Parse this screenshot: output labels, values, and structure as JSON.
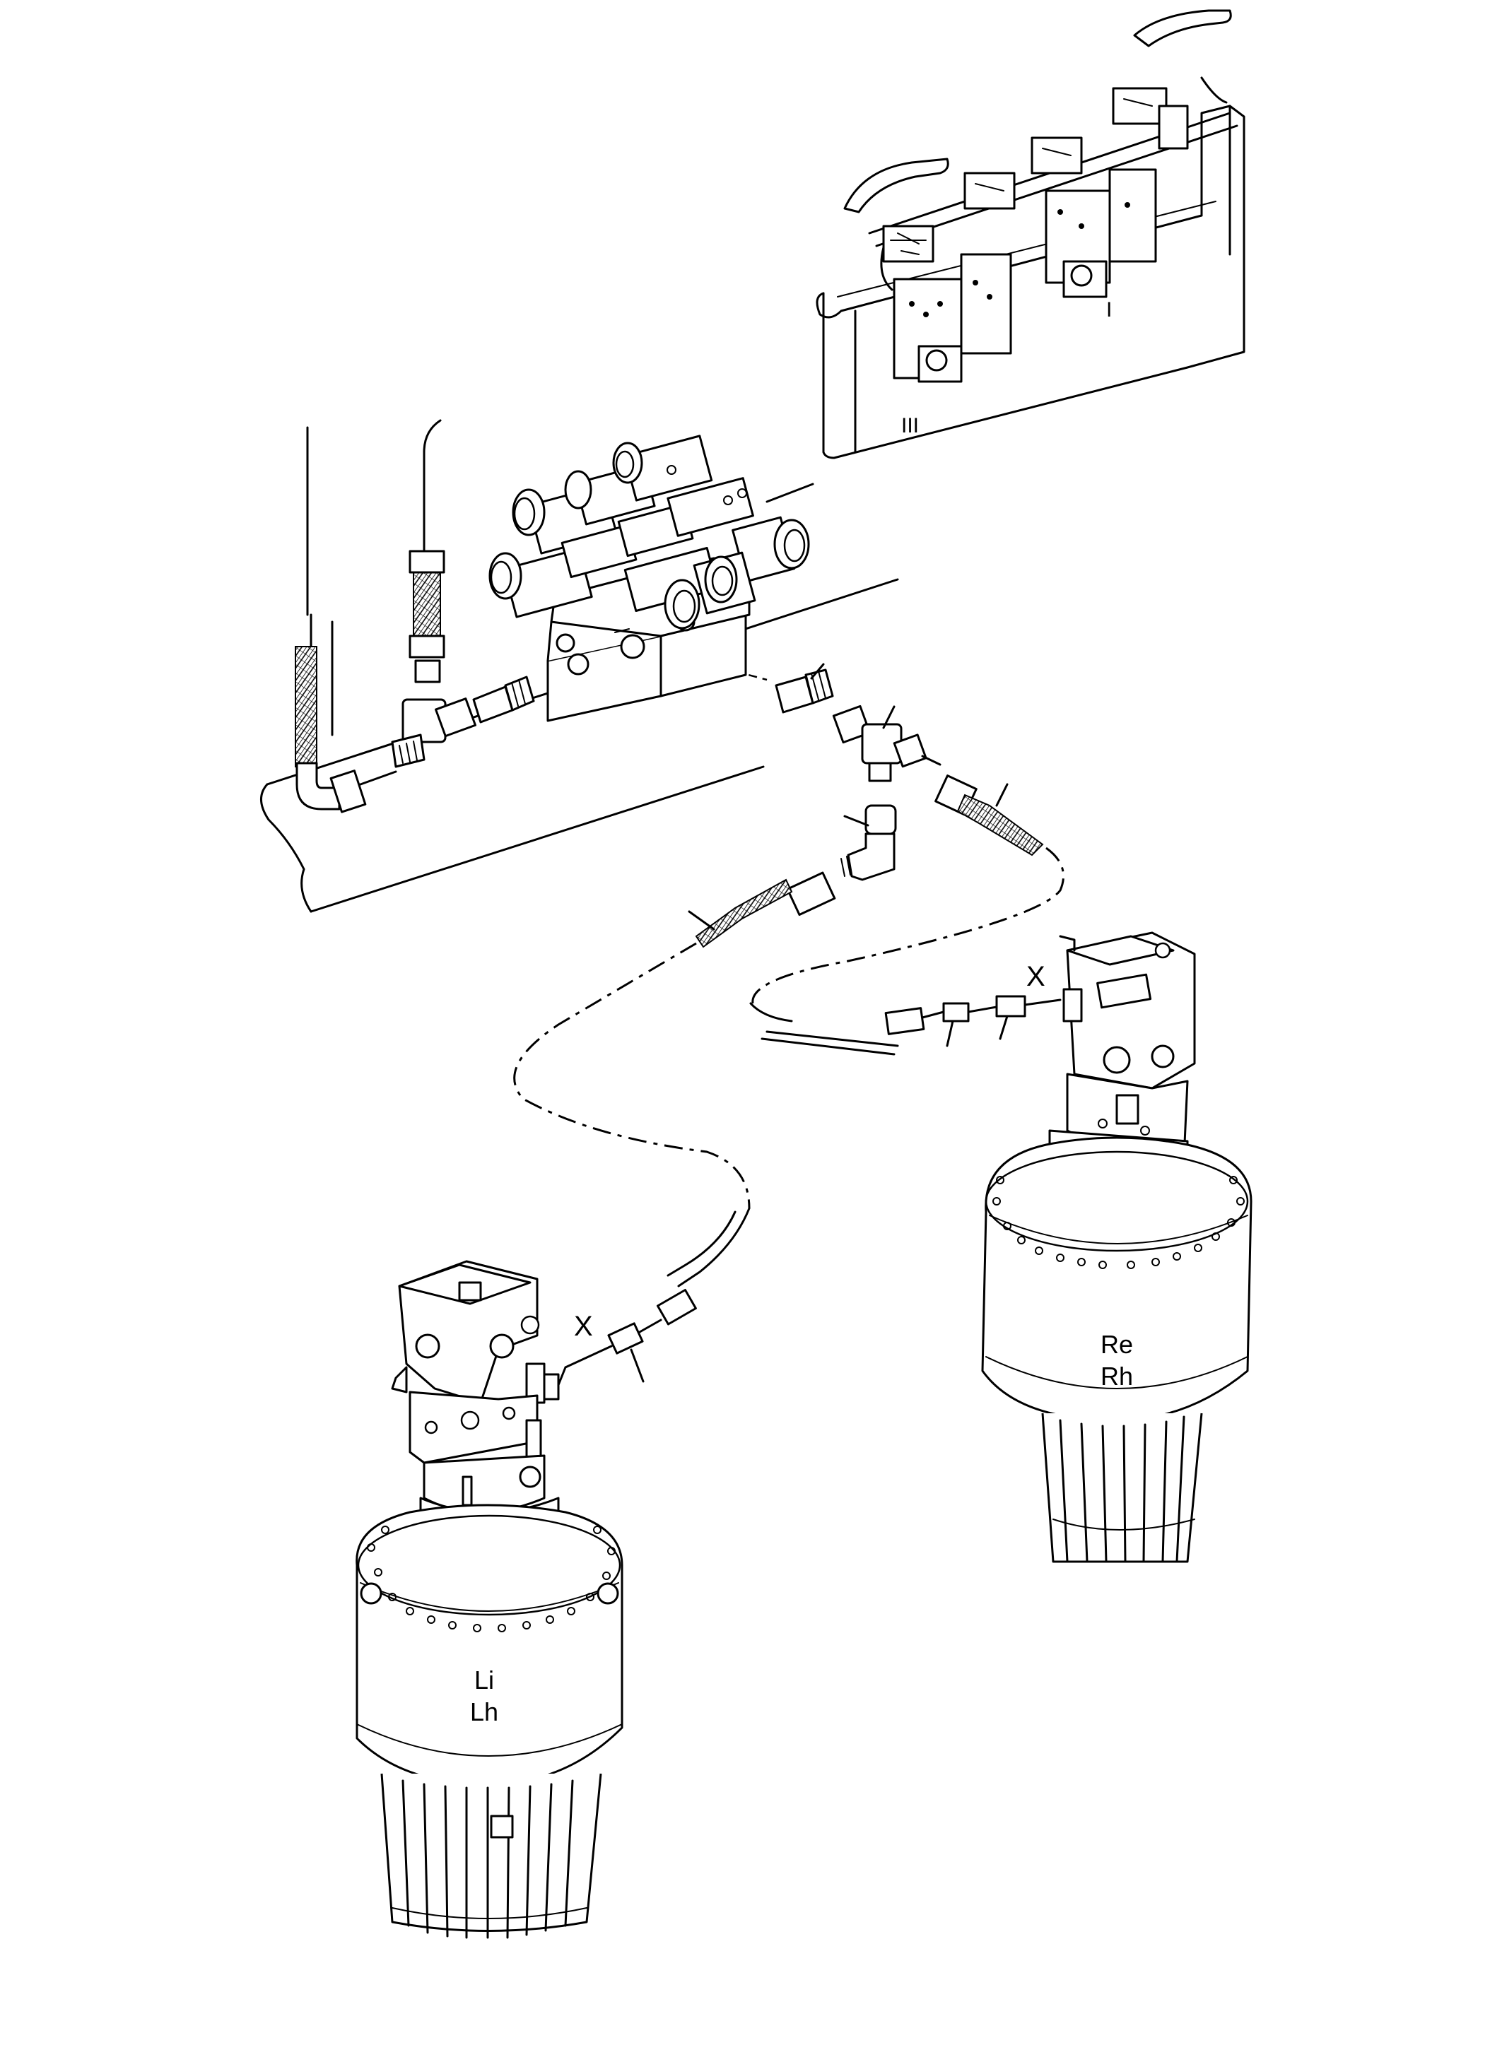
{
  "diagram": {
    "labels": {
      "marker_x_right": "X",
      "marker_x_left": "X",
      "right_motor_line1": "Re",
      "right_motor_line2": "Rh",
      "left_motor_line1": "Li",
      "left_motor_line2": "Lh",
      "roman_iii": "III",
      "roman_i": "I"
    }
  }
}
